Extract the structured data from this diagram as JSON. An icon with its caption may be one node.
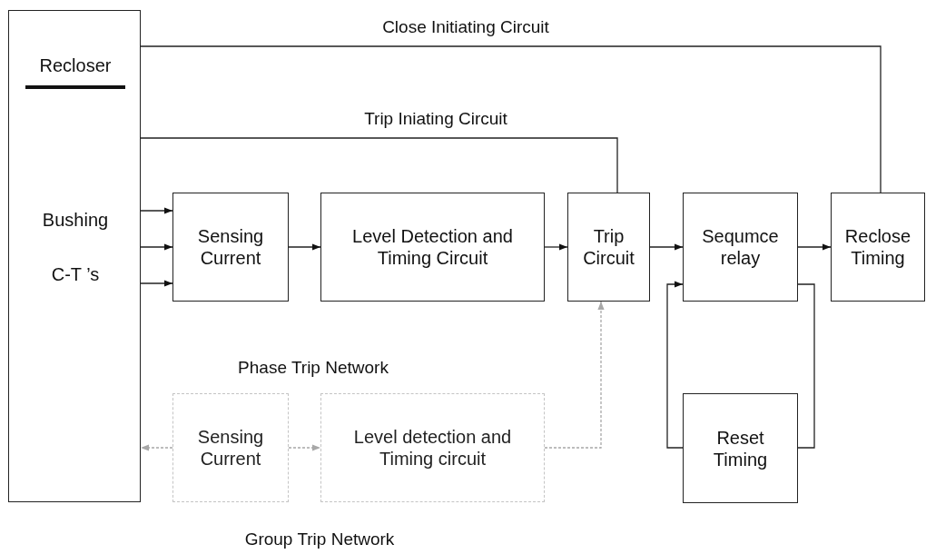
{
  "diagram": {
    "nodes": [
      {
        "text": [
          "Recloser",
          "Bushing",
          "C-T ’s"
        ]
      },
      {
        "text": [
          "Sensing Current"
        ]
      },
      {
        "text": [
          "Level Detection and Timing Circuit"
        ]
      },
      {
        "text": [
          "Trip Circuit"
        ]
      },
      {
        "text": [
          "Sequmce relay"
        ]
      },
      {
        "text": [
          "Reclose Timing"
        ]
      },
      {
        "text": [
          "Reset Timing"
        ]
      },
      {
        "text": [
          "Sensing Current"
        ]
      },
      {
        "text": [
          "Level detection and Timing circuit"
        ]
      }
    ],
    "edges": [
      {
        "from": 0,
        "to": 5,
        "arrow": "none",
        "label": "Close Initiating Circuit"
      },
      {
        "from": 0,
        "to": 3,
        "arrow": "none",
        "label": "Trip Iniating Circuit"
      },
      {
        "from": 0,
        "to": 1,
        "arrow": "to"
      },
      {
        "from": 0,
        "to": 1,
        "arrow": "to"
      },
      {
        "from": 0,
        "to": 1,
        "arrow": "to"
      },
      {
        "from": 1,
        "to": 2,
        "arrow": "to"
      },
      {
        "from": 2,
        "to": 3,
        "arrow": "to"
      },
      {
        "from": 3,
        "to": 4,
        "arrow": "to"
      },
      {
        "from": 4,
        "to": 5,
        "arrow": "to"
      },
      {
        "from": 6,
        "to": 4,
        "arrow": "to"
      },
      {
        "from": 4,
        "to": 6,
        "arrow": "none"
      },
      {
        "from": 7,
        "to": 0,
        "arrow": "to",
        "style": "dashed",
        "color": "#a8a8a8"
      },
      {
        "from": 7,
        "to": 8,
        "arrow": "to",
        "style": "dashed",
        "color": "#a8a8a8"
      },
      {
        "from": 8,
        "to": 3,
        "arrow": "to",
        "style": "dashed",
        "color": "#a8a8a8"
      }
    ],
    "labels": [
      "Phase Trip Network",
      "Group Trip Network"
    ]
  }
}
